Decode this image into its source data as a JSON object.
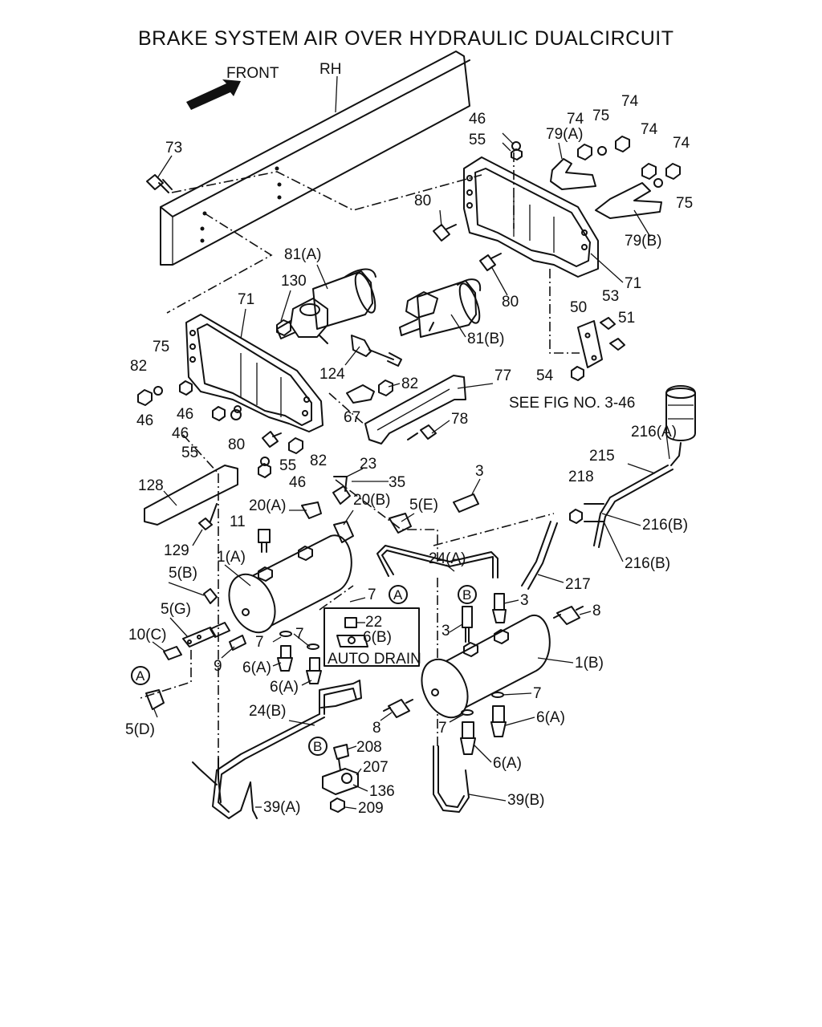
{
  "title": "BRAKE SYSTEM AIR OVER HYDRAULIC DUALCIRCUIT",
  "orientation": {
    "front": "FRONT",
    "side": "RH"
  },
  "note": "SEE FIG NO. 3-46",
  "auto_drain_box": {
    "part": "6(B)",
    "caption": "AUTO DRAIN"
  },
  "reference_markers": [
    "A",
    "B"
  ],
  "callouts": [
    "73",
    "46",
    "55",
    "79(A)",
    "74",
    "75",
    "74",
    "74",
    "74",
    "75",
    "80",
    "79(B)",
    "81(A)",
    "130",
    "71",
    "71",
    "80",
    "81(B)",
    "53",
    "50",
    "51",
    "54",
    "75",
    "82",
    "124",
    "82",
    "77",
    "46",
    "46",
    "46",
    "67",
    "78",
    "55",
    "80",
    "55",
    "82",
    "216(A)",
    "215",
    "23",
    "46",
    "35",
    "3",
    "218",
    "128",
    "20(A)",
    "20(B)",
    "5(E)",
    "216(B)",
    "216(B)",
    "11",
    "129",
    "1(A)",
    "24(A)",
    "217",
    "5(B)",
    "7",
    "22",
    "3",
    "8",
    "5(G)",
    "7",
    "7",
    "3",
    "10(C)",
    "9",
    "6(A)",
    "6(A)",
    "1(B)",
    "7",
    "6(A)",
    "8",
    "24(B)",
    "7",
    "5(D)",
    "208",
    "6(A)",
    "207",
    "136",
    "39(A)",
    "209",
    "39(B)"
  ]
}
